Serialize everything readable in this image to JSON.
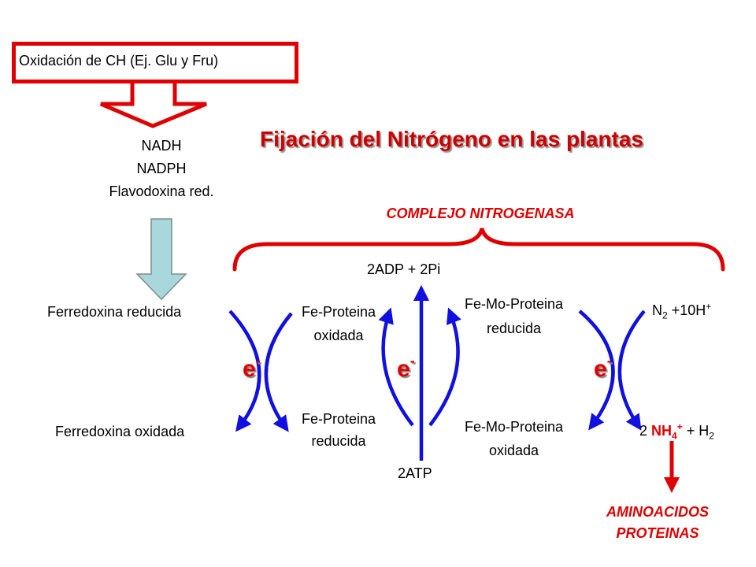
{
  "source": {
    "text": "Oxidación de CH (Ej. Glu y Fru)"
  },
  "title": "Fijación del Nitrógeno en las plantas",
  "donors": [
    "NADH",
    "NADPH",
    "Flavodoxina red."
  ],
  "complex_label": "COMPLEJO NITROGENASA",
  "ferredoxin": {
    "reduced": "Ferredoxina reducida",
    "oxidized": "Ferredoxina oxidada"
  },
  "fe_protein": {
    "oxidized_1": "Fe-Proteina",
    "oxidized_2": "oxidada",
    "reduced_1": "Fe-Proteina",
    "reduced_2": "reducida"
  },
  "atp": {
    "top": "2ADP + 2Pi",
    "bottom": "2ATP"
  },
  "femo_protein": {
    "reduced_1": "Fe-Mo-Proteina",
    "reduced_2": "reducida",
    "oxidized_1": "Fe-Mo-Proteina",
    "oxidized_2": "oxidada"
  },
  "substrate": {
    "n2": "N",
    "n2_sub": "2",
    "h": " +10H",
    "h_sup": "+"
  },
  "product": {
    "coef": "2 ",
    "nh": "NH",
    "nh_sub": "4",
    "nh_sup": "+",
    "plus_h": " + H",
    "h_sub": "2"
  },
  "electron": {
    "symbol": "e",
    "charge": "-"
  },
  "outputs": [
    "AMINOACIDOS",
    "PROTEINAS"
  ],
  "colors": {
    "red": "#e00000",
    "blue": "#1010e0",
    "arrow_fill": "#a8d8dc"
  }
}
